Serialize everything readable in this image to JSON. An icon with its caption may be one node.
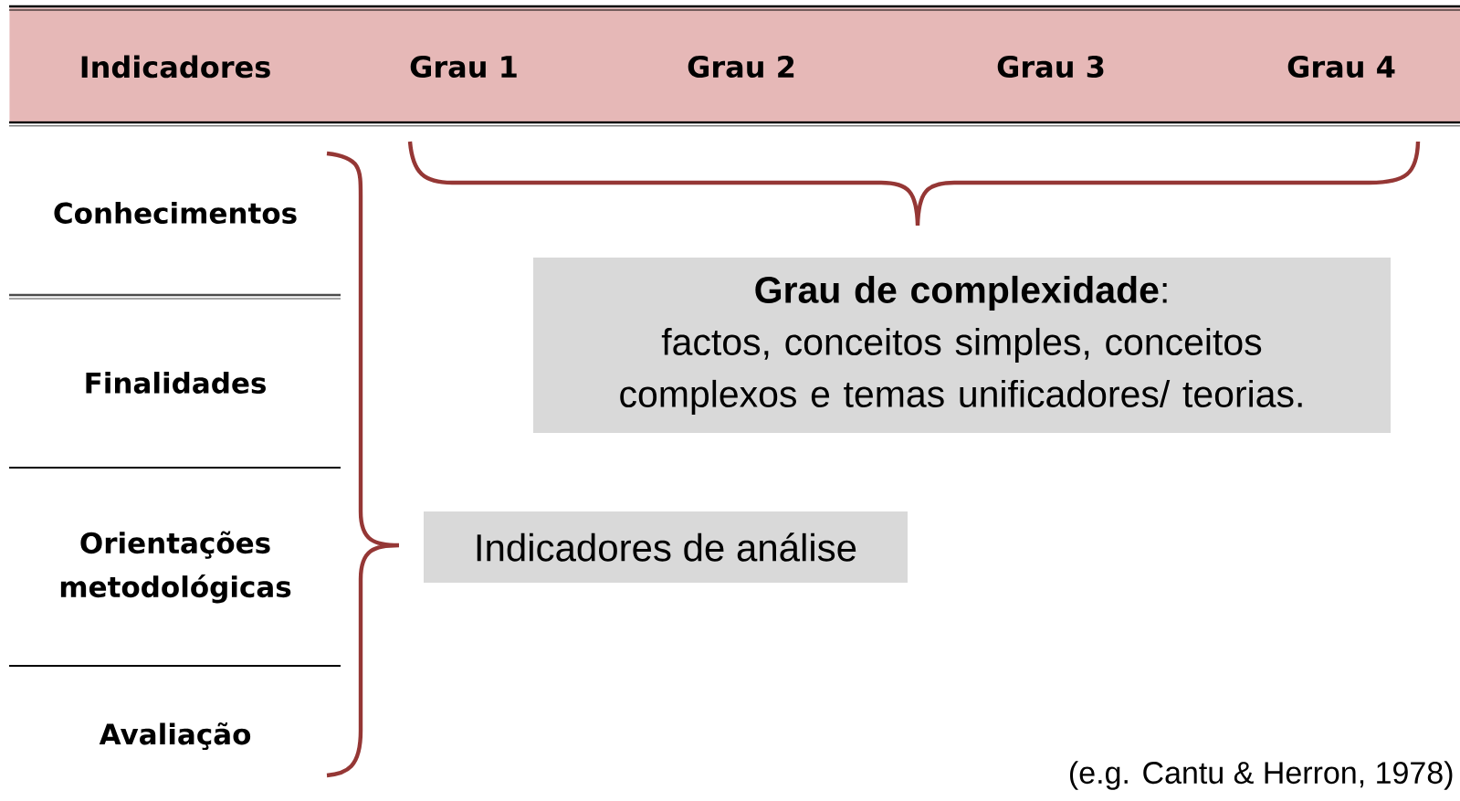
{
  "diagram": {
    "nodes": [
      {
        "text": [
          "Indicadores",
          "Grau 1",
          "Grau 2",
          "Grau 3",
          "Grau 4"
        ]
      },
      {
        "text": [
          "**Grau de complexidade**:",
          "factos, conceitos simples, conceitos complexos e temas unificadores/ teorias."
        ]
      },
      {
        "text": [
          "Indicadores de análise"
        ]
      }
    ],
    "labels": [
      "Conhecimentos",
      "Finalidades",
      "Orientações metodológicas",
      "Avaliação"
    ],
    "caption": "(e.g. Cantu & Herron, 1978)"
  }
}
